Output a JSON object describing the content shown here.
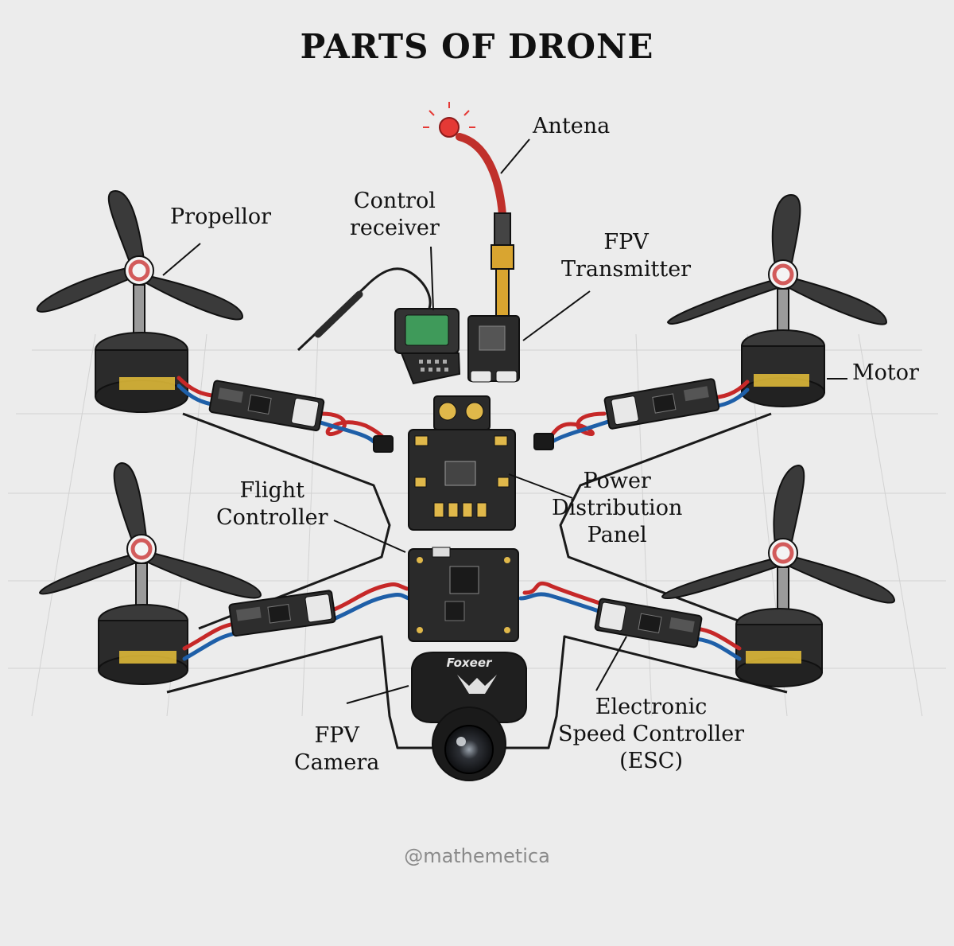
{
  "title": "PARTS OF DRONE",
  "credit": "@mathemetica",
  "camera_brand": "Foxeer",
  "labels": {
    "antenna": "Antena",
    "propeller": "Propellor",
    "control_receiver_1": "Control",
    "control_receiver_2": "receiver",
    "fpv_transmitter_1": "FPV",
    "fpv_transmitter_2": "Transmitter",
    "motor": "Motor",
    "flight_controller_1": "Flight",
    "flight_controller_2": "Controller",
    "pdb_1": "Power",
    "pdb_2": "Distribution",
    "pdb_3": "Panel",
    "fpv_camera_1": "FPV",
    "fpv_camera_2": "Camera",
    "esc_1": "Electronic",
    "esc_2": "Speed Controller",
    "esc_3": "(ESC)"
  },
  "colors": {
    "background": "#ececec",
    "ink": "#111111",
    "propeller": "#3a3a3a",
    "motor": "#2b2b2b",
    "motor_label": "#e8c13a",
    "wire_red": "#c62828",
    "wire_blue": "#1e5fa8",
    "pcb": "#2a2a2a",
    "pad_gold": "#e0b84a",
    "receiver_green": "#3f9a5a",
    "antenna_red": "#c0302b",
    "led_red": "#e53935",
    "credit": "#8a8a8a"
  }
}
